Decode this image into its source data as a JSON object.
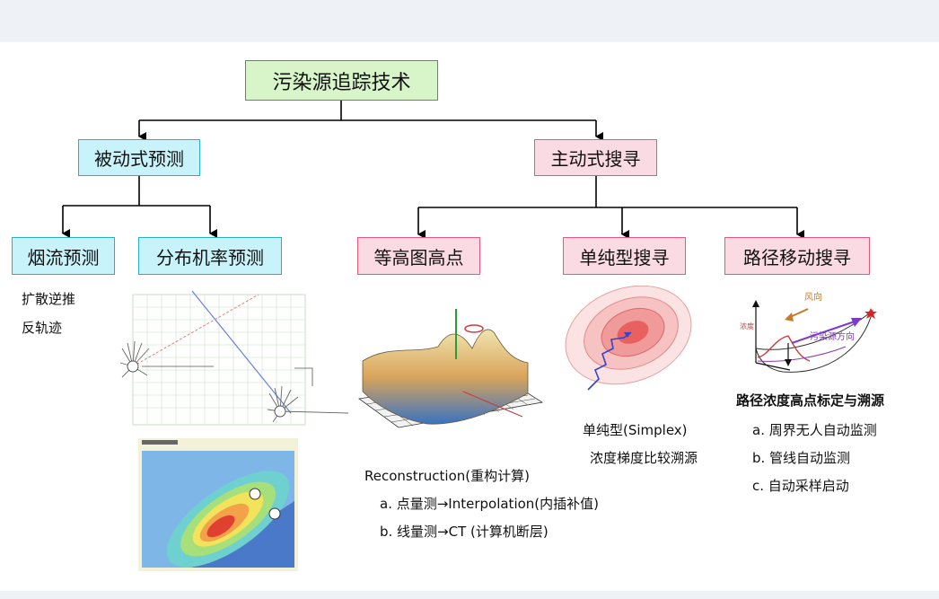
{
  "root": {
    "label": "污染源追踪技术"
  },
  "branches": {
    "passive": {
      "label": "被动式预测"
    },
    "active": {
      "label": "主动式搜寻"
    }
  },
  "leaves": {
    "smoke": {
      "label": "烟流预测"
    },
    "distribution": {
      "label": "分布机率预测"
    },
    "contour": {
      "label": "等高图高点"
    },
    "simplex": {
      "label": "单纯型搜寻"
    },
    "path": {
      "label": "路径移动搜寻"
    }
  },
  "smoke_notes": [
    "扩散逆推",
    "反轨迹"
  ],
  "contour_notes": {
    "title": "Reconstruction(重构计算)",
    "items": [
      "a. 点量测→Interpolation(内插补值)",
      "b. 线量测→CT (计算机断层)"
    ]
  },
  "simplex_notes": {
    "title": "单纯型(Simplex)",
    "subtitle": "浓度梯度比较溯源"
  },
  "path_notes": {
    "title": "路径浓度高点标定与溯源",
    "items": [
      "a. 周界无人自动监测",
      "b. 管线自动监测",
      "c. 自动采样启动"
    ]
  },
  "path_figure": {
    "wind_label": "风向",
    "source_label": "污染源方向",
    "axis_label": "浓度"
  },
  "colors": {
    "root_fill": "#d8f5c9",
    "cyan_fill": "#c9f3fb",
    "pink_fill": "#fadbe4",
    "connector": "#000000"
  }
}
